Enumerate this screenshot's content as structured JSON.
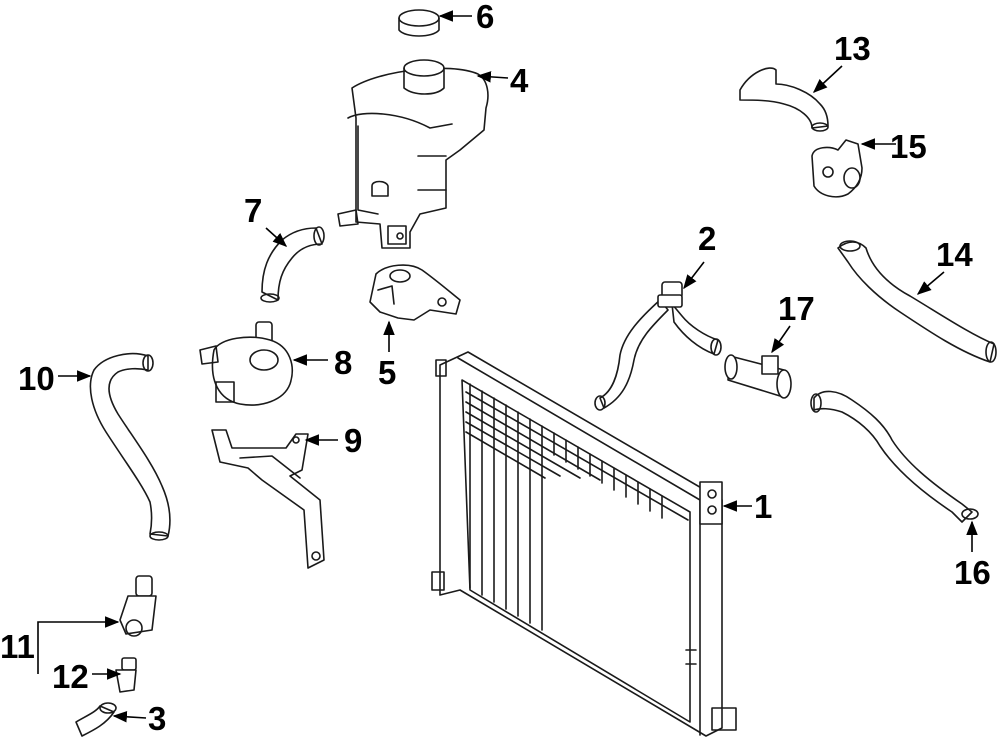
{
  "callouts": [
    {
      "id": "1",
      "label": "1"
    },
    {
      "id": "2",
      "label": "2"
    },
    {
      "id": "3",
      "label": "3"
    },
    {
      "id": "4",
      "label": "4"
    },
    {
      "id": "5",
      "label": "5"
    },
    {
      "id": "6",
      "label": "6"
    },
    {
      "id": "7",
      "label": "7"
    },
    {
      "id": "8",
      "label": "8"
    },
    {
      "id": "9",
      "label": "9"
    },
    {
      "id": "10",
      "label": "10"
    },
    {
      "id": "11",
      "label": "11"
    },
    {
      "id": "12",
      "label": "12"
    },
    {
      "id": "13",
      "label": "13"
    },
    {
      "id": "14",
      "label": "14"
    },
    {
      "id": "15",
      "label": "15"
    },
    {
      "id": "16",
      "label": "16"
    },
    {
      "id": "17",
      "label": "17"
    }
  ],
  "colors": {
    "line": "#1a1a1a",
    "text": "#000000",
    "background": "#ffffff"
  }
}
